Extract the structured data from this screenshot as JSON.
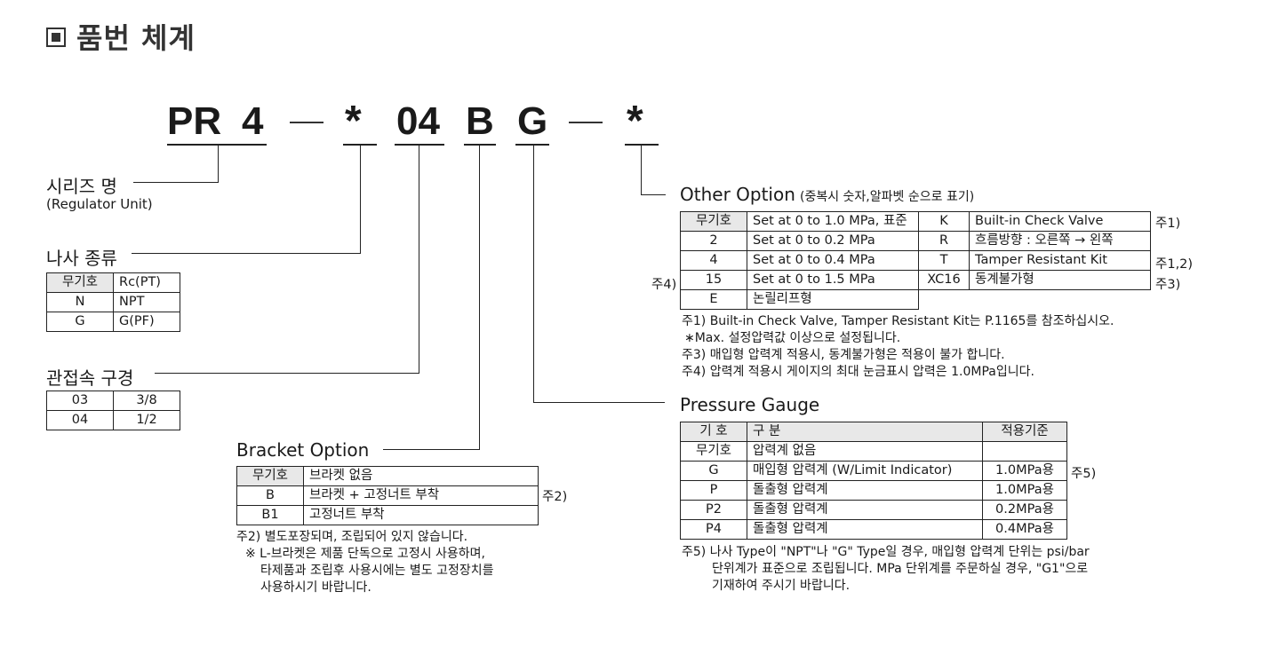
{
  "title": "품번 체계",
  "code": {
    "p1": "PR",
    "p2": "4",
    "p3": "*",
    "p4": "04",
    "p5": "B",
    "p6": "G",
    "p7": "*"
  },
  "series": {
    "label": "시리즈 명",
    "sub": "(Regulator Unit)"
  },
  "thread": {
    "label": "나사 종류",
    "rows": [
      [
        "무기호",
        "Rc(PT)"
      ],
      [
        "N",
        "NPT"
      ],
      [
        "G",
        "G(PF)"
      ]
    ]
  },
  "port": {
    "label": "관접속 구경",
    "rows": [
      [
        "03",
        "3/8"
      ],
      [
        "04",
        "1/2"
      ]
    ]
  },
  "bracket": {
    "label": "Bracket Option",
    "rows": [
      [
        "무기호",
        "브라켓 없음"
      ],
      [
        "B",
        "브라켓 + 고정너트 부착"
      ],
      [
        "B1",
        "고정너트 부착"
      ]
    ],
    "side": "주2)",
    "notes": [
      "주2) 별도포장되며, 조립되어 있지 않습니다.",
      "※ L-브라켓은 제품 단독으로 고정시 사용하며,",
      "타제품과 조립후 사용시에는 별도 고정장치를",
      "사용하시기 바랍니다."
    ]
  },
  "other": {
    "label": "Other Option",
    "sub": "(중복시 숫자,알파벳 순으로 표기)",
    "rows": [
      [
        "무기호",
        "Set at 0 to 1.0 MPa, 표준",
        "K",
        "Built-in Check Valve",
        "주1)"
      ],
      [
        "2",
        "Set at 0 to 0.2 MPa",
        "R",
        "흐름방향 : 오른쪽 → 왼쪽",
        ""
      ],
      [
        "4",
        "Set at 0 to 0.4 MPa",
        "T",
        "Tamper Resistant Kit",
        "주1,2)"
      ],
      [
        "15",
        "Set at 0 to 1.5 MPa",
        "XC16",
        "동계불가형",
        "주3)"
      ],
      [
        "E",
        "논릴리프형",
        "",
        "",
        ""
      ]
    ],
    "left_side": "주4)",
    "notes": [
      "주1) Built-in Check Valve, Tamper Resistant Kit는 P.1165를 참조하십시오.",
      "∗Max. 설정압력값 이상으로 설정됩니다.",
      "주3) 매입형 압력계 적용시, 동계불가형은 적용이 불가 합니다.",
      "주4) 압력계 적용시 게이지의 최대 눈금표시 압력은 1.0MPa입니다."
    ]
  },
  "gauge": {
    "label": "Pressure Gauge",
    "headers": [
      "기 호",
      "구 분",
      "적용기준"
    ],
    "rows": [
      [
        "무기호",
        "압력계 없음",
        ""
      ],
      [
        "G",
        "매입형 압력계 (W/Limit Indicator)",
        "1.0MPa용"
      ],
      [
        "P",
        "돌출형 압력계",
        "1.0MPa용"
      ],
      [
        "P2",
        "돌출형 압력계",
        "0.2MPa용"
      ],
      [
        "P4",
        "돌출형 압력계",
        "0.4MPa용"
      ]
    ],
    "side": "주5)",
    "notes": [
      "주5) 나사 Type이 \"NPT\"나 \"G\" Type일 경우, 매입형 압력계 단위는 psi/bar",
      "단위계가 표준으로 조립됩니다. MPa 단위계를 주문하실 경우, \"G1\"으로",
      "기재하여 주시기 바랍니다."
    ]
  }
}
